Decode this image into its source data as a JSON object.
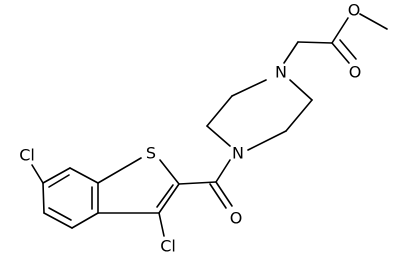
{
  "diagram": {
    "type": "chemical-structure",
    "atom_labels": {
      "cl_6": "Cl",
      "cl_3": "Cl",
      "sulfur": "S",
      "n_piperazine_amide": "N",
      "n_piperazine_amine": "N",
      "o_amide": "O",
      "o_ester_carbonyl": "O",
      "o_ester_ether": "O"
    },
    "colors": {
      "bond": "#000000",
      "label": "#000000",
      "background": "#ffffff"
    }
  }
}
